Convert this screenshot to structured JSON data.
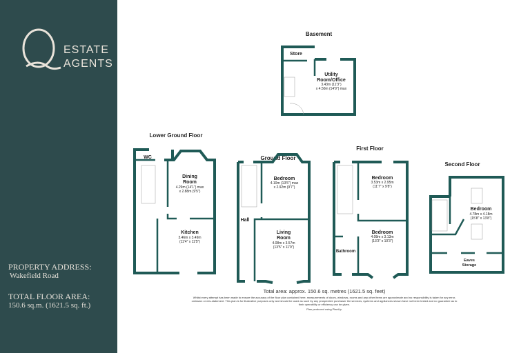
{
  "brand": {
    "logo_letter": "Q",
    "line1": "ESTATE",
    "line2": "AGENTS"
  },
  "sidebar": {
    "address_label": "PROPERTY ADDRESS:",
    "address": "Wakefield Road",
    "area_label": "TOTAL FLOOR AREA:",
    "area": "150.6 sq.m. (1621.5 sq. ft.)"
  },
  "floors": {
    "basement": {
      "title": "Basement",
      "rooms": [
        {
          "name": "Store"
        },
        {
          "name": "Utility",
          "name2": "Room/Office",
          "dim1": "3.43m (11'3\")",
          "dim2": "x 4.50m (14'9\") max"
        }
      ]
    },
    "lower_ground": {
      "title": "Lower Ground Floor",
      "rooms": [
        {
          "name": "WC"
        },
        {
          "name": "Dining",
          "name2": "Room",
          "dim1": "4.29m (14'1\") max",
          "dim2": "x 2.88m (9'5\")"
        },
        {
          "name": "Kitchen",
          "dim1": "3.46m x 3.49m",
          "dim2": "(11'4\" x 11'5\")"
        }
      ]
    },
    "ground": {
      "title": "Ground Floor",
      "rooms": [
        {
          "name": "Hall"
        },
        {
          "name": "Bedroom",
          "dim1": "4.10m (13'5\") max",
          "dim2": "x 2.92m (9'7\")"
        },
        {
          "name": "Living",
          "name2": "Room",
          "dim1": "4.08m x 3.57m",
          "dim2": "(13'5\" x 11'9\")"
        }
      ]
    },
    "first": {
      "title": "First Floor",
      "rooms": [
        {
          "name": "Bedroom",
          "dim1": "3.53m x 2.95m",
          "dim2": "(11'7\" x 9'8\")"
        },
        {
          "name": "Bedroom",
          "dim1": "4.08m x 3.13m",
          "dim2": "(13'3\" x 10'3\")"
        },
        {
          "name": "Bathroom"
        }
      ]
    },
    "second": {
      "title": "Second Floor",
      "rooms": [
        {
          "name": "Bedroom",
          "dim1": "4.78m x 4.18m",
          "dim2": "(15'8\" x 13'8\")"
        },
        {
          "name": "Eaves",
          "name2": "Storage"
        }
      ]
    }
  },
  "footer": {
    "total": "Total area: approx. 150.6 sq. metres (1621.5 sq. feet)",
    "disclaimer": "Whilst every attempt has been made to ensure the accuracy of the floor plan contained here, measurements of doors, windows, rooms and any other items are approximate and no responsibility is taken for any error, omission or mis-statement. This plan is for illustrative purposes only and should be used as such by any prospective purchaser the services, systems and appliances shown have not been tested and no guarantee as to their operability or efficiency can be given.",
    "credit": "Plan produced using PlanUp."
  }
}
